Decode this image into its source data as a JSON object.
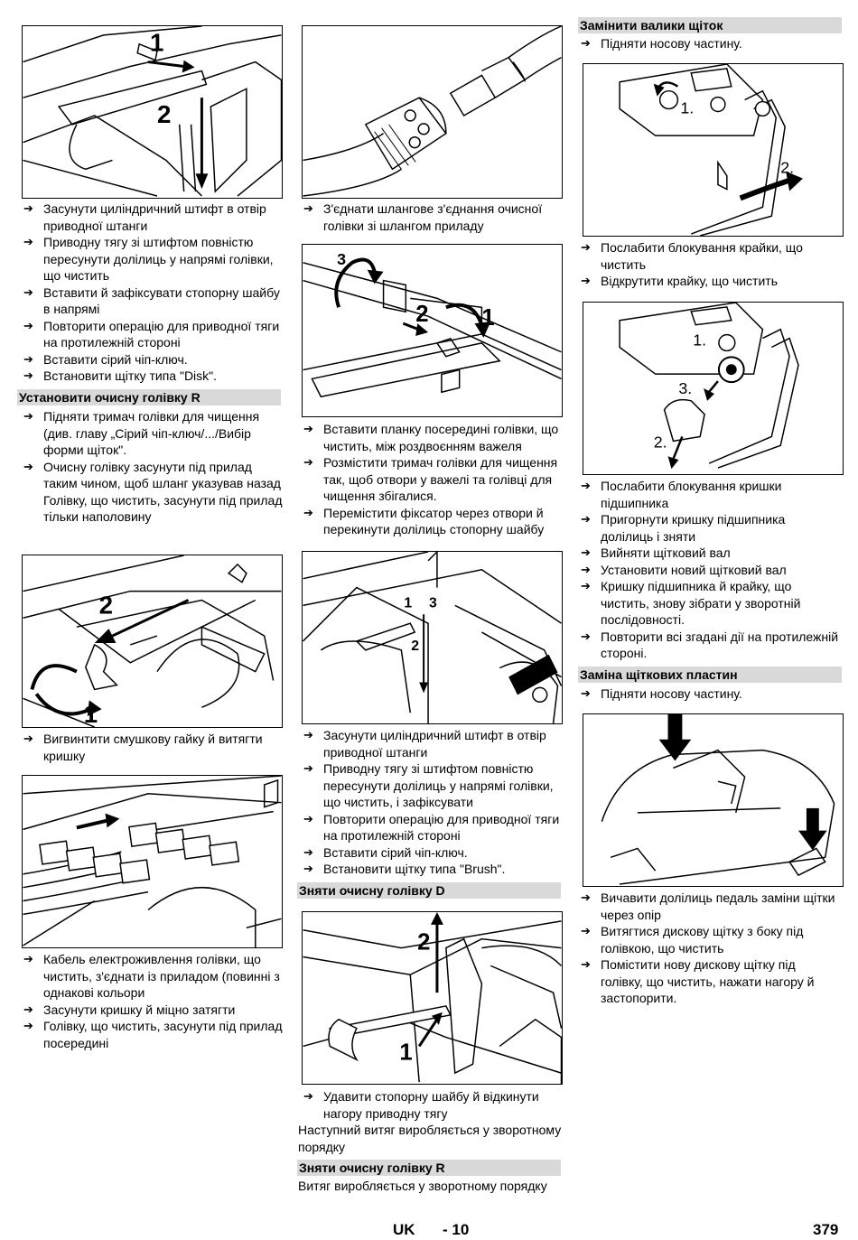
{
  "col1": {
    "block1": [
      "Засунути циліндричний штифт в отвір приводної штанги",
      "Приводну тягу зі штифтом повністю пересунути долілиць у напрямі голівки, що чистить",
      "Вставити й зафіксувати стопорну шайбу в напрямі",
      "Повторити операцію для приводної тяги на протилежній стороні",
      "Вставити сірий чіп-ключ.",
      "Встановити щітку типа \"Disk\"."
    ],
    "heading1": "Установити очисну голівку R",
    "block2": [
      "Підняти тримач голівки для чищення (див. главу „Сірий чіп-ключ/.../Вибір форми щіток\".",
      "Очисну голівку засунути під прилад таким чином, щоб шланг указував назад"
    ],
    "block2_plain": "Голівку, що чистить, засунути під прилад тільки наполовину",
    "block3": [
      "Вигвинтити смушкову гайку й витягти кришку"
    ],
    "block4": [
      "Кабель електроживлення голівки, що чистить, з'єднати із приладом (повинні з однакові кольори",
      "Засунути кришку й міцно затягти",
      "Голівку, що чистить, засунути під прилад посередині"
    ],
    "fig1_labels": [
      "1",
      "2"
    ],
    "fig2_labels": [
      "2",
      "1"
    ]
  },
  "col2": {
    "block1": [
      "З'єднати шлангове з'єднання очисної голівки зі шлангом приладу"
    ],
    "block2": [
      "Вставити планку посередині голівки, що чистить, між роздвоєнням важеля",
      "Розмістити тримач голівки для чищення так, щоб отвори у важелі та голівці для чищення збігалися.",
      "Перемістити фіксатор через отвори й перекинути долілиць стопорну шайбу"
    ],
    "block3": [
      "Засунути циліндричний штифт в отвір приводної штанги",
      "Приводну тягу зі штифтом повністю пересунути долілиць у напрямі голівки, що чистить, і зафіксувати",
      "Повторити операцію для приводної тяги на протилежній стороні",
      "Вставити сірий чіп-ключ.",
      "Встановити щітку типа \"Brush\"."
    ],
    "heading1": "Зняти очисну голівку D",
    "block4": [
      "Удавити стопорну шайбу й відкинути нагору приводну тягу"
    ],
    "block4_plain": "Наступний витяг виробляється у зворотному порядку",
    "heading2": "Зняти очисну голівку R",
    "block5_plain": "Витяг виробляється у зворотному порядку",
    "fig2_labels": [
      "3",
      "2",
      "1"
    ],
    "fig3_labels": [
      "1",
      "3",
      "2"
    ],
    "fig4_labels": [
      "2",
      "1"
    ]
  },
  "col3": {
    "heading1": "Замінити валики щіток",
    "block1": [
      "Підняти носову частину."
    ],
    "block2": [
      "Послабити блокування  крайки, що чистить",
      "Відкрутити  крайку, що чистить"
    ],
    "block3": [
      "Послабити блокування кришки підшипника",
      "Пригорнути кришку підшипника долілиць і зняти",
      "Вийняти щітковий вал",
      "Установити новий щітковий вал",
      "Кришку підшипника й  крайку, що чистить, знову зібрати у зворотній послідовності.",
      "Повторити всі згадані дії на протилежній стороні."
    ],
    "heading2": "Заміна щіткових пластин",
    "block4": [
      "Підняти носову частину."
    ],
    "block5": [
      "Вичавити долілиць педаль заміни щітки через опір",
      "Витягтися дискову щітку з боку під голівкою, що чистить",
      "Помістити нову дискову щітку під голівку, що чистить, нажати нагору й застопорити."
    ],
    "fig1_labels": [
      "1.",
      "2."
    ],
    "fig2_labels": [
      "1.",
      "3.",
      "2."
    ]
  },
  "footer": {
    "lang": "UK",
    "page_local": "- 10",
    "page_total": "379"
  }
}
